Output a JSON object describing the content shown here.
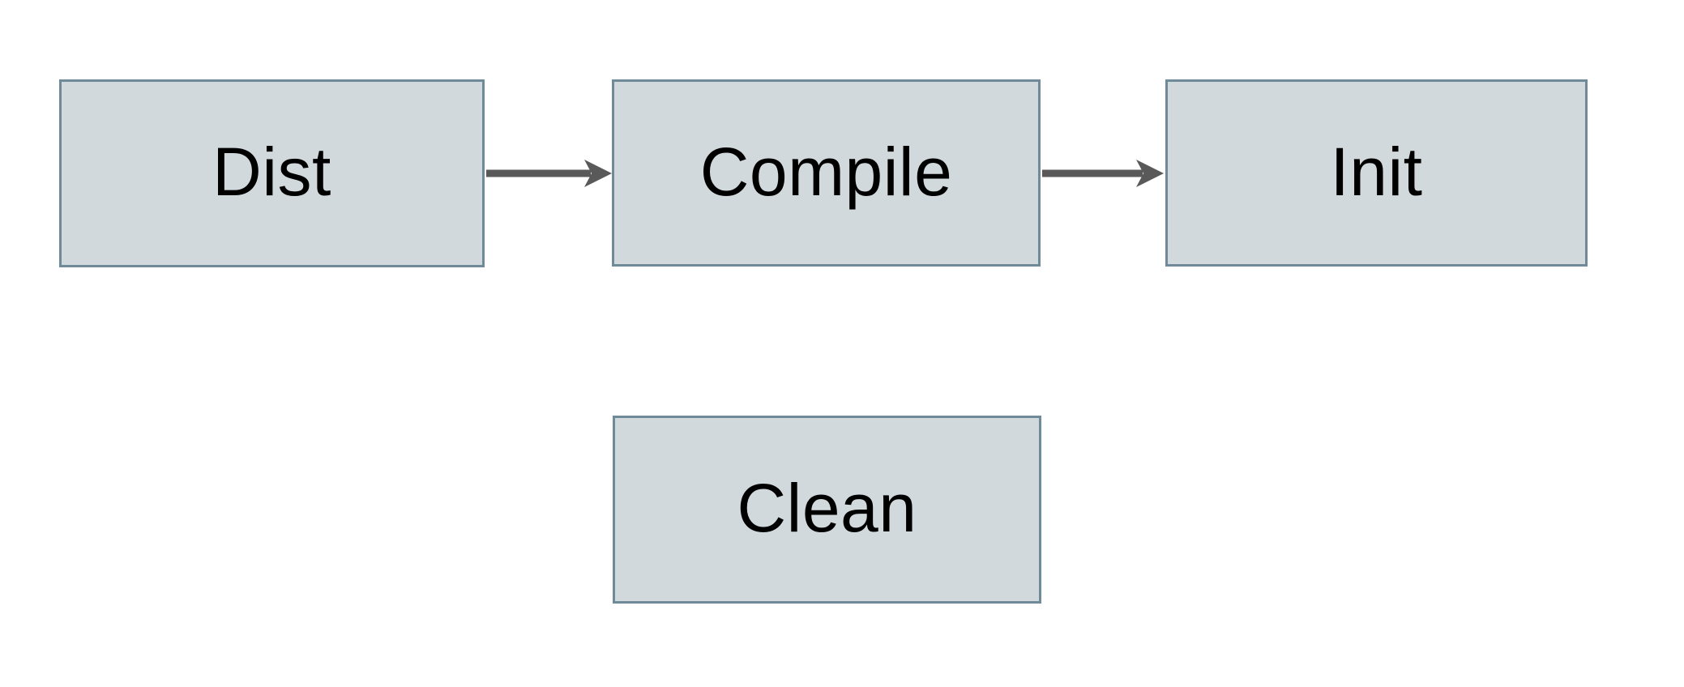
{
  "diagram": {
    "type": "flowchart",
    "background_color": "#ffffff",
    "node_fill_color": "#d2d9dc",
    "node_border_color": "#6f8a99",
    "node_text_color": "#000000",
    "arrow_color": "#595959",
    "nodes": [
      {
        "id": "dist",
        "label": "Dist"
      },
      {
        "id": "compile",
        "label": "Compile"
      },
      {
        "id": "init",
        "label": "Init"
      },
      {
        "id": "clean",
        "label": "Clean"
      }
    ],
    "edges": [
      {
        "from": "Dist",
        "to": "Compile"
      },
      {
        "from": "Compile",
        "to": "Init"
      }
    ]
  }
}
